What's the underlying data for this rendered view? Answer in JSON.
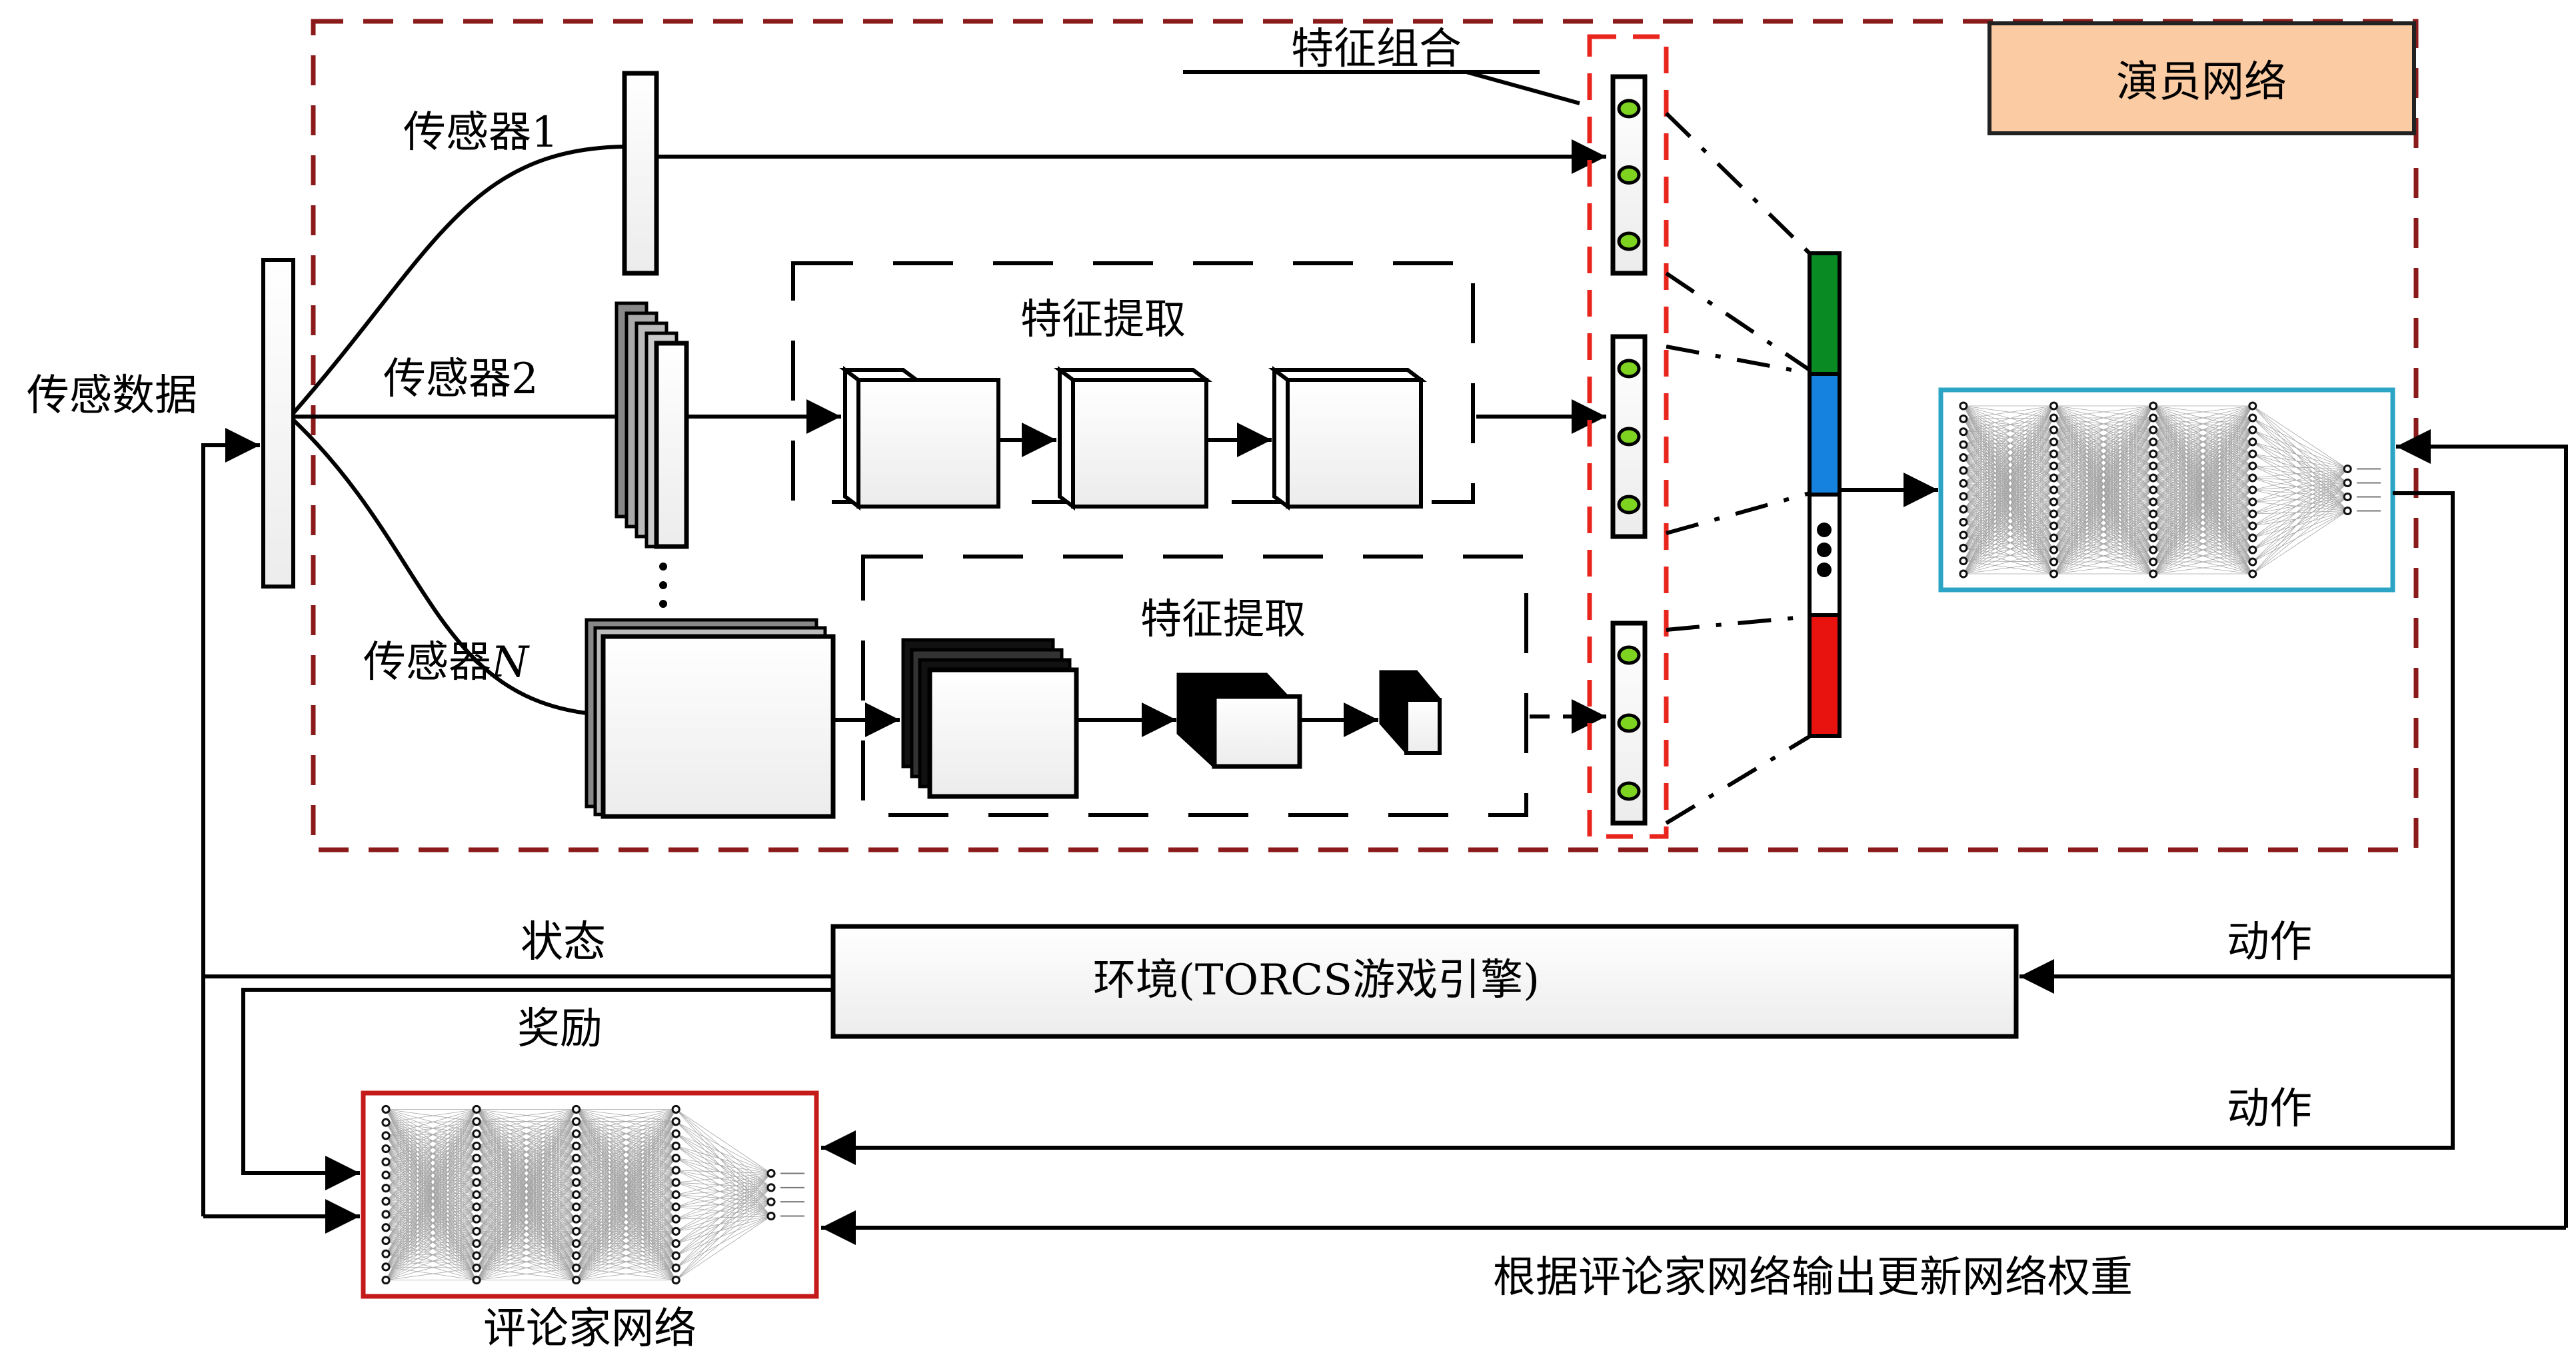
{
  "title_box": {
    "label": "演员网络",
    "fill": "#fbcba3"
  },
  "input": {
    "label": "传感数据"
  },
  "sensors": [
    {
      "label": "传感器1"
    },
    {
      "label": "传感器2"
    },
    {
      "label": "传感器",
      "suffix": "N"
    }
  ],
  "feature_extraction": [
    {
      "label": "特征提取"
    },
    {
      "label": "特征提取"
    }
  ],
  "feature_combination": {
    "label": "特征组合"
  },
  "concat_vector": {
    "colors": [
      "#0a8a22",
      "#1582e0",
      "#ffffff",
      "#e8130f"
    ]
  },
  "environment": {
    "label": "环境(TORCS游戏引擎)"
  },
  "signals": {
    "state": "状态",
    "reward": "奖励",
    "action_top": "动作",
    "action_bottom": "动作",
    "update": "根据评论家网络输出更新网络权重"
  },
  "critic": {
    "label": "评论家网络",
    "border": "#c41a1a"
  },
  "actor_border": "#2ba4c6",
  "colors": {
    "outer_dash": "#8b1a1a",
    "combo_dash": "#e8261e",
    "node_green": "#7ed321"
  }
}
